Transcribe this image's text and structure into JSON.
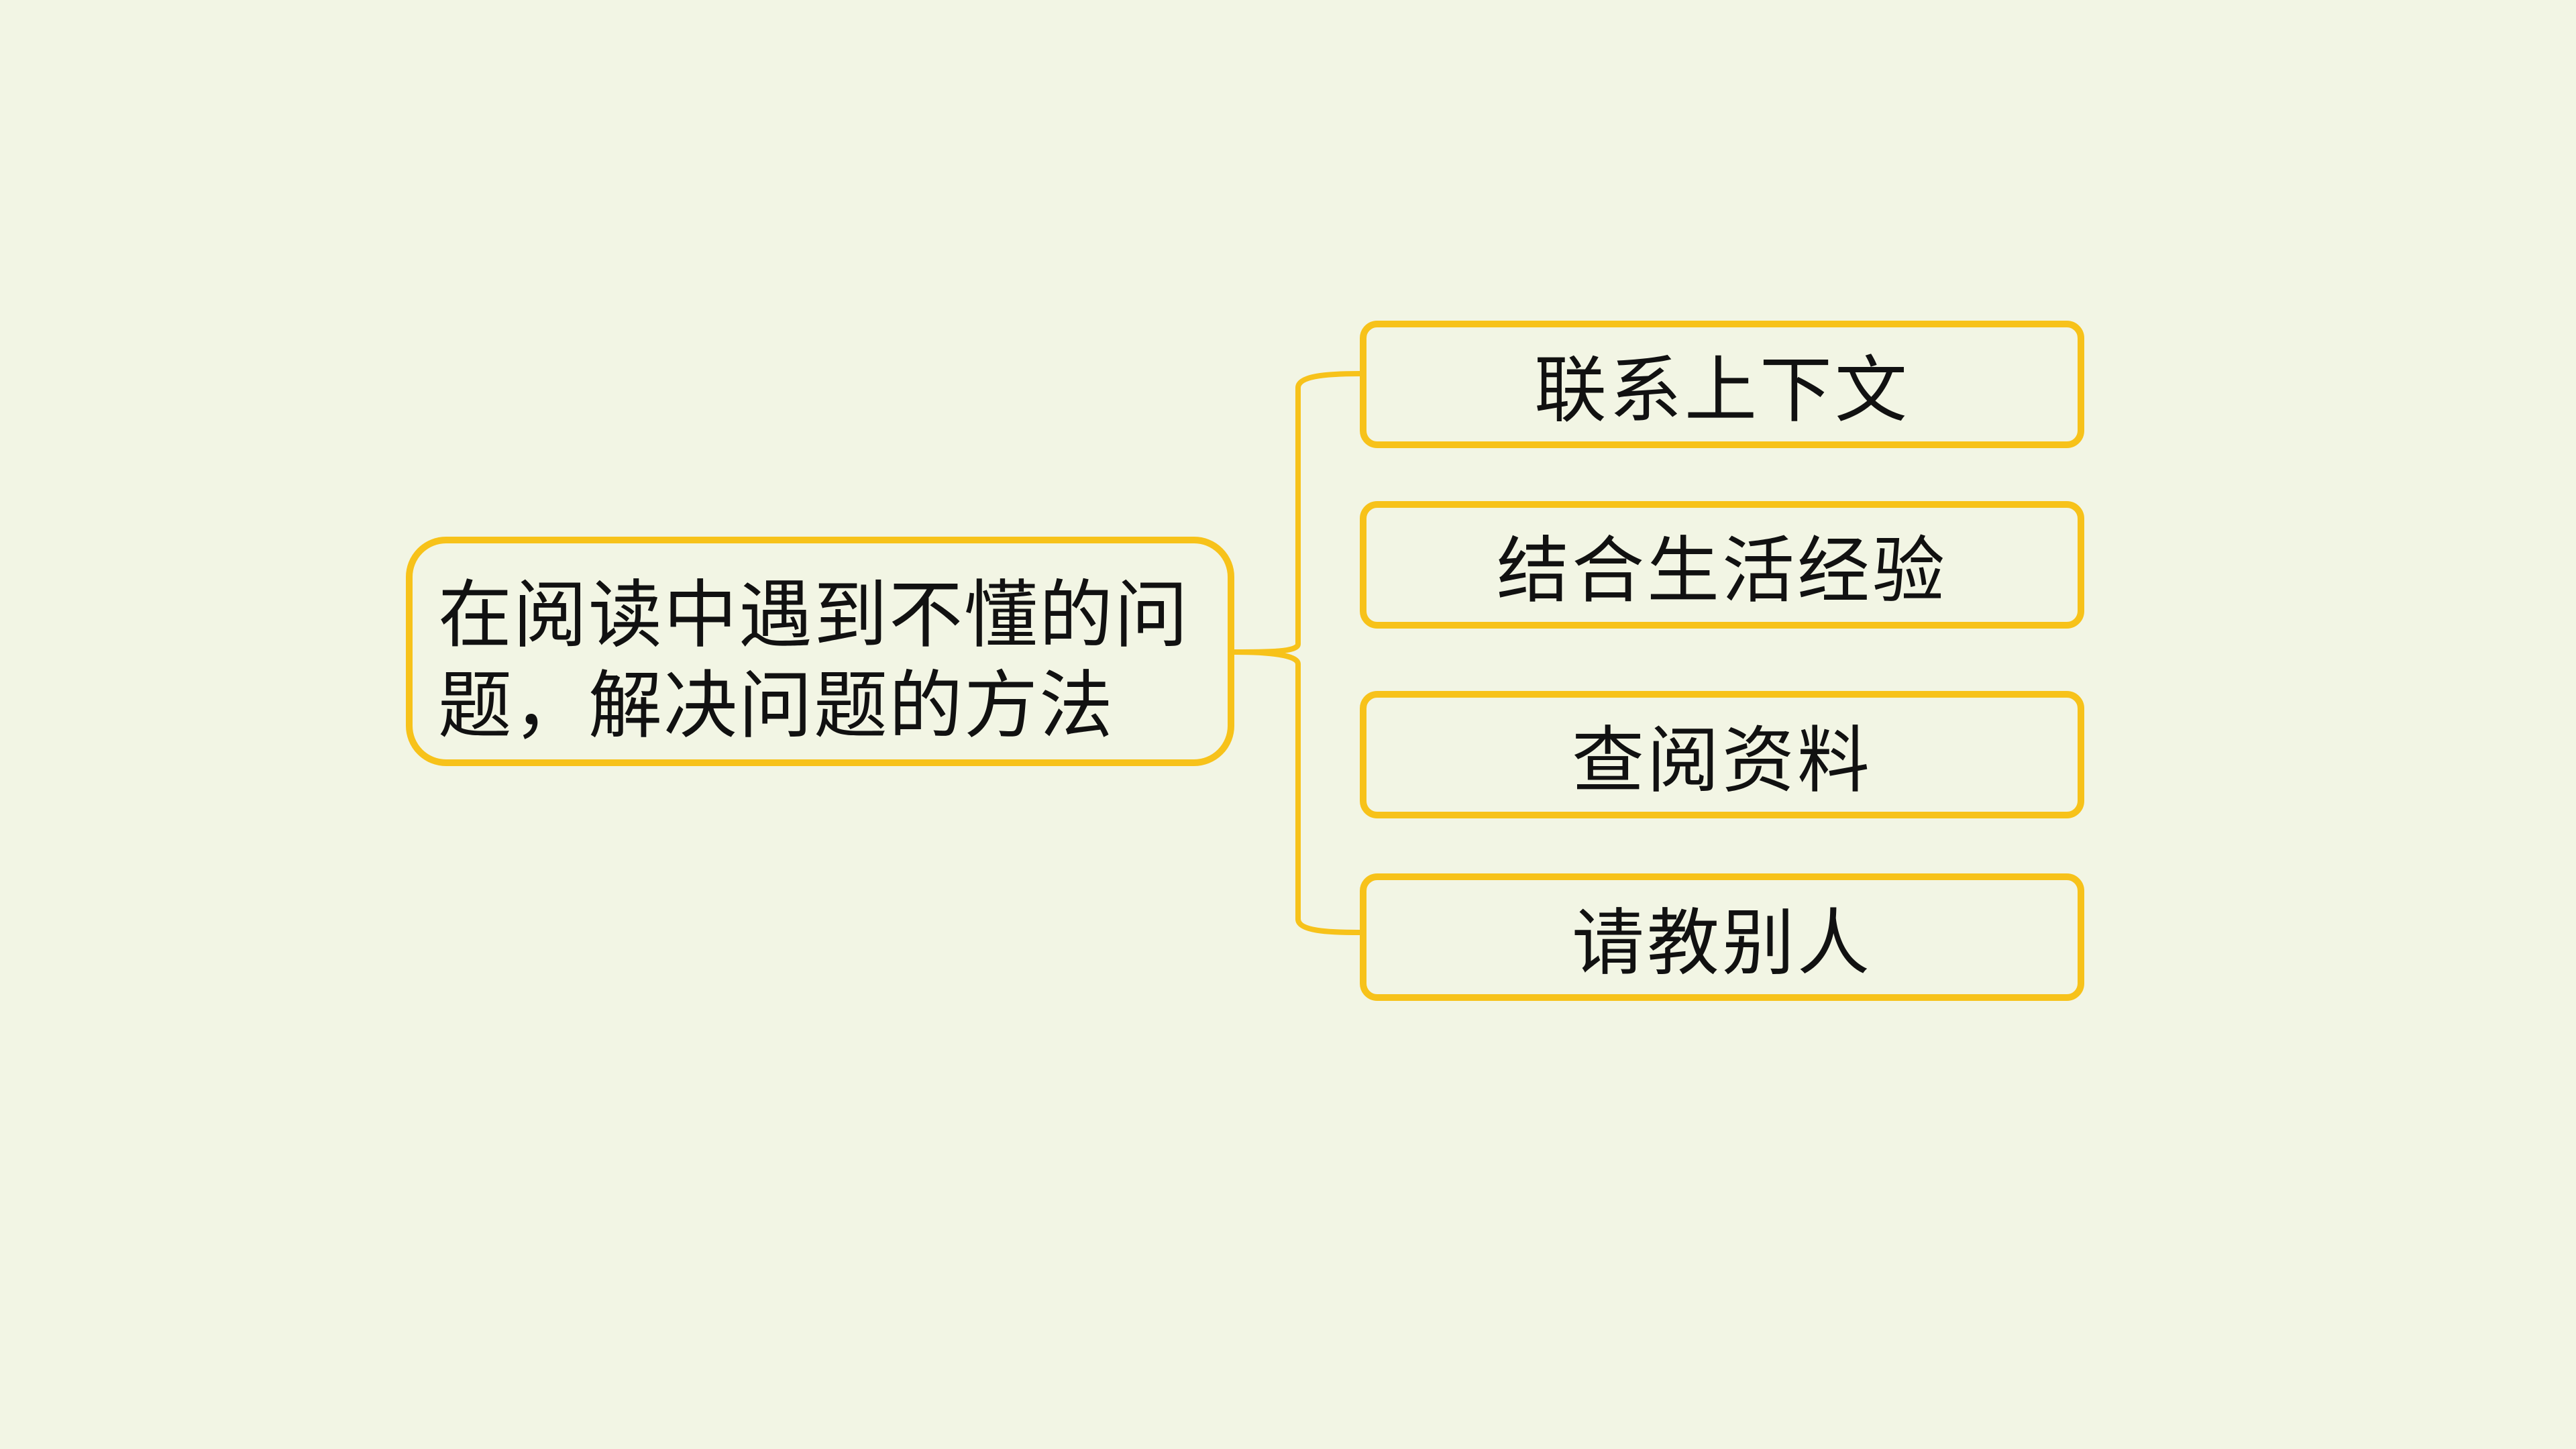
{
  "root": {
    "line1": "在阅读中遇到不懂的问",
    "line2": "题，解决问题的方法"
  },
  "branches": [
    {
      "label": "联系上下文"
    },
    {
      "label": "结合生活经验"
    },
    {
      "label": "查阅资料"
    },
    {
      "label": "请教别人"
    }
  ],
  "colors": {
    "background": "#f2f5e4",
    "border": "#f7c21a",
    "text": "#111111"
  }
}
